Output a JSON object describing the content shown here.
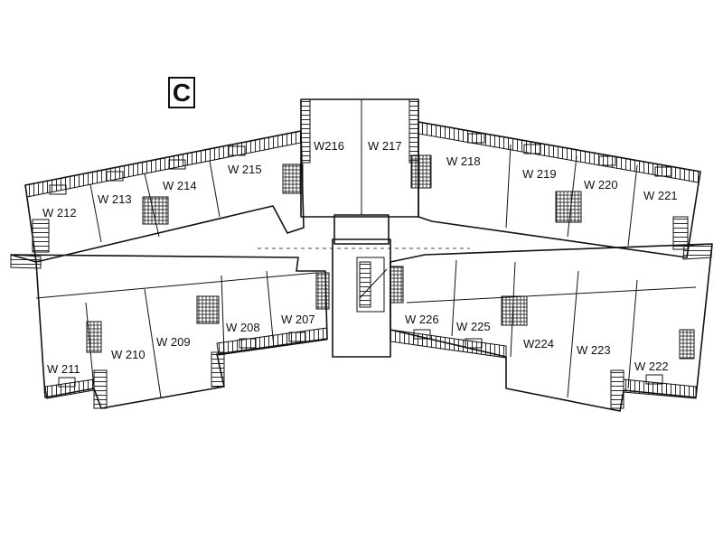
{
  "section_letter": "C",
  "units": [
    {
      "id": "u212",
      "label": "W 212"
    },
    {
      "id": "u213",
      "label": "W 213"
    },
    {
      "id": "u214",
      "label": "W 214"
    },
    {
      "id": "u215",
      "label": "W 215"
    },
    {
      "id": "u216",
      "label": "W216"
    },
    {
      "id": "u217",
      "label": "W 217"
    },
    {
      "id": "u218",
      "label": "W 218"
    },
    {
      "id": "u219",
      "label": "W 219"
    },
    {
      "id": "u220",
      "label": "W 220"
    },
    {
      "id": "u221",
      "label": "W 221"
    },
    {
      "id": "u211",
      "label": "W 211"
    },
    {
      "id": "u210",
      "label": "W 210"
    },
    {
      "id": "u209",
      "label": "W 209"
    },
    {
      "id": "u208",
      "label": "W 208"
    },
    {
      "id": "u207",
      "label": "W 207"
    },
    {
      "id": "u226",
      "label": "W 226"
    },
    {
      "id": "u225",
      "label": "W 225"
    },
    {
      "id": "u224",
      "label": "W224"
    },
    {
      "id": "u223",
      "label": "W 223"
    },
    {
      "id": "u222",
      "label": "W 222"
    }
  ]
}
